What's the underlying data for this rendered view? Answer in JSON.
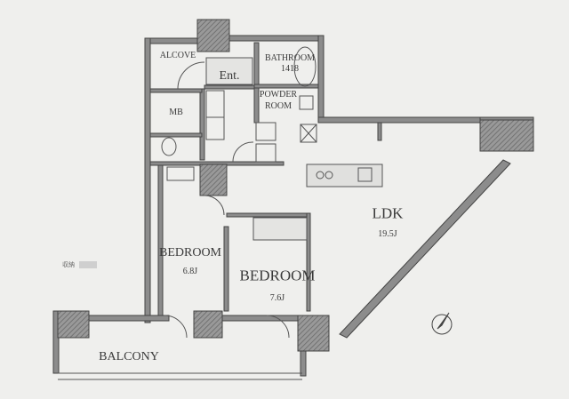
{
  "rooms": {
    "alcove": "ALCOVE",
    "entrance": "Ent.",
    "bathroom": "BATHROOM",
    "bathroom_size": "1418",
    "powder_room_1": "POWDER",
    "powder_room_2": "ROOM",
    "mb": "MB",
    "bedroom1": "BEDROOM",
    "bedroom1_size": "6.8J",
    "bedroom2": "BEDROOM",
    "bedroom2_size": "7.6J",
    "ldk": "LDK",
    "ldk_size": "19.5J",
    "balcony": "BALCONY"
  },
  "legend": {
    "storage": "収納"
  },
  "colors": {
    "wall": "#8c8c8c",
    "outline": "#444444",
    "background": "#efefed",
    "storage": "#cfcfcf"
  }
}
